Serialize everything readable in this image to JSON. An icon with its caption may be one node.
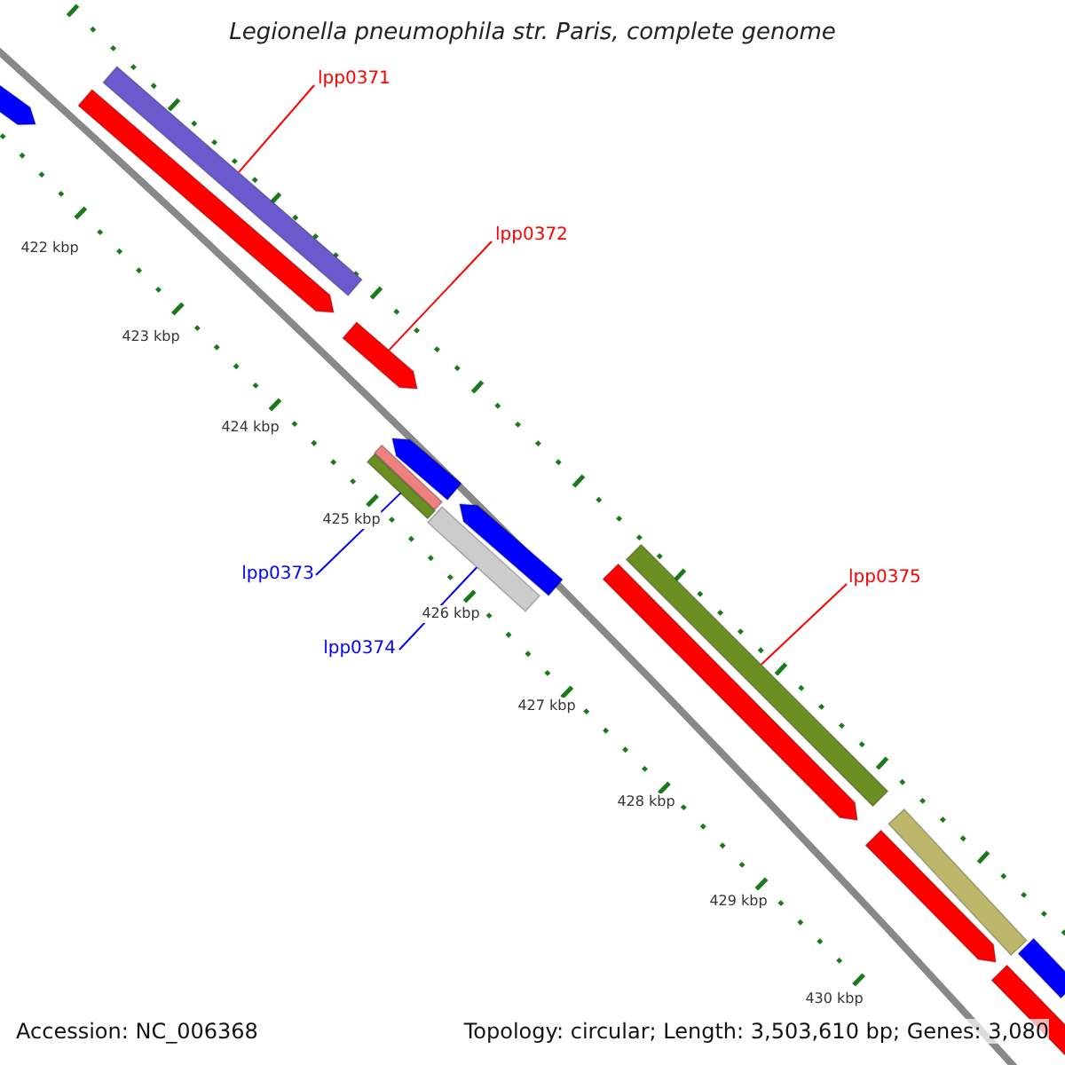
{
  "diagram": {
    "title": "Legionella pneumophila str. Paris, complete genome",
    "nodes": [
      {
        "text": [
          "lpp0371"
        ]
      },
      {
        "text": [
          "lpp0372"
        ]
      },
      {
        "text": [
          "lpp0373"
        ]
      },
      {
        "text": [
          "lpp0374"
        ]
      },
      {
        "text": [
          "lpp0375"
        ]
      },
      {
        "text": [],
        "shape": "bar"
      },
      {
        "text": [],
        "shape": "arrow"
      },
      {
        "text": [],
        "shape": "bar"
      },
      {
        "text": [],
        "shape": "bar"
      },
      {
        "text": [],
        "shape": "bar"
      },
      {
        "text": [],
        "shape": "arrow"
      },
      {
        "text": [],
        "shape": "arrow"
      },
      {
        "text": [],
        "shape": "arrow"
      },
      {
        "text": [],
        "shape": "arrow"
      },
      {
        "text": [],
        "shape": "arrow"
      },
      {
        "text": [],
        "shape": "bar"
      },
      {
        "text": [],
        "shape": "arrow"
      },
      {
        "text": [],
        "shape": "bar"
      },
      {
        "text": [],
        "shape": "bar"
      }
    ],
    "edges": [
      {
        "from": 0,
        "to": 5,
        "arrow": "none"
      },
      {
        "from": 1,
        "to": 6,
        "arrow": "none"
      },
      {
        "from": 2,
        "to": 7,
        "arrow": "none",
        "color": "#0000ff"
      },
      {
        "from": 3,
        "to": 8,
        "arrow": "none",
        "color": "#0000ff"
      },
      {
        "from": 4,
        "to": 9,
        "arrow": "none"
      }
    ],
    "labels": [
      "422 kbp",
      "423 kbp",
      "424 kbp",
      "425 kbp",
      "426 kbp",
      "427 kbp",
      "428 kbp",
      "429 kbp",
      "430 kbp",
      "Accession: NC_006368",
      "Topology: circular; Length: 3,503,610 bp; Genes: 3,080"
    ]
  }
}
